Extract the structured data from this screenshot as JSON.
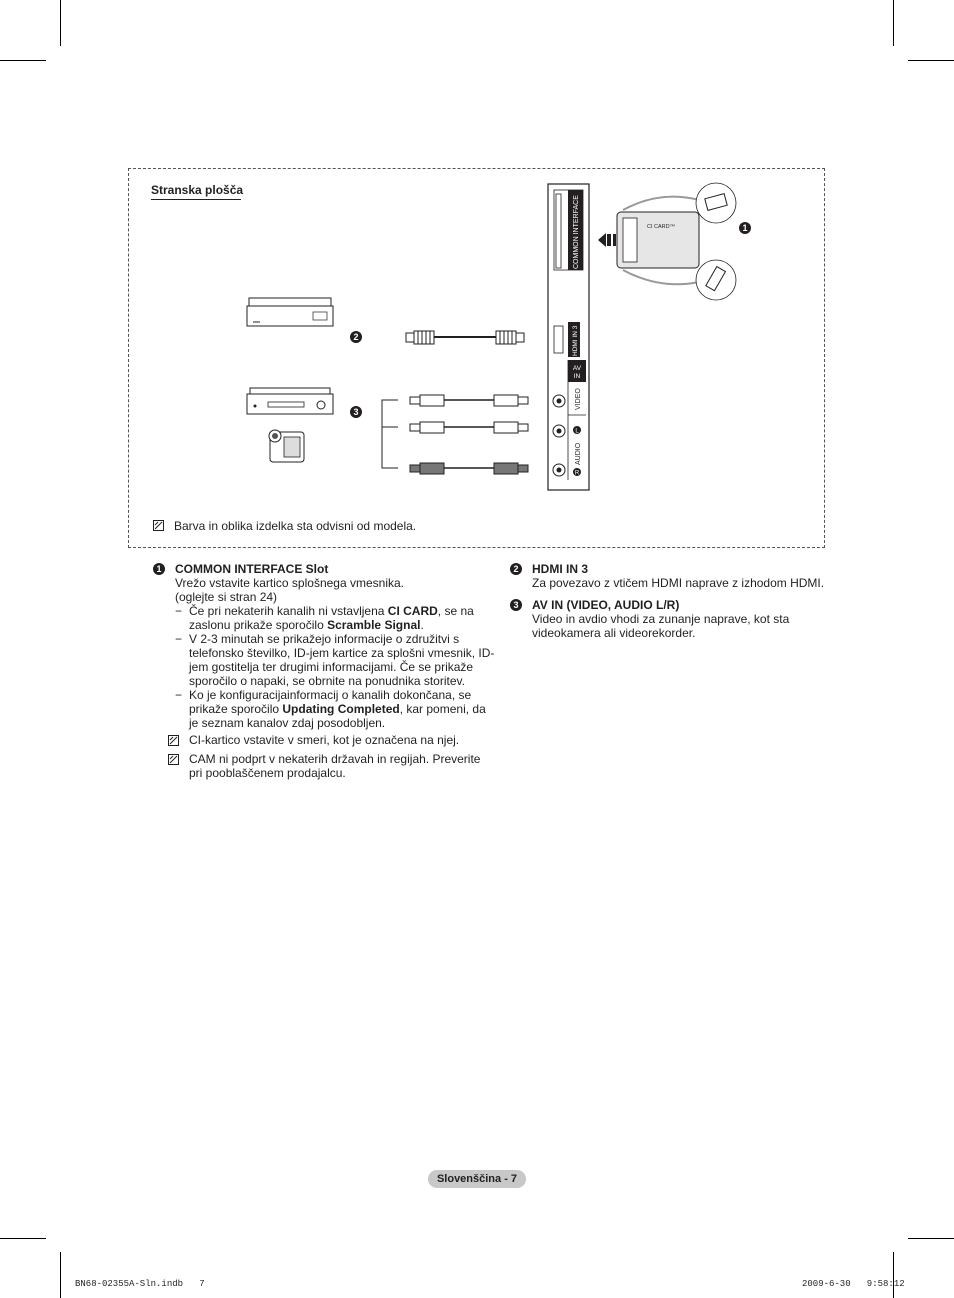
{
  "figure": {
    "title": "Stranska plošča",
    "note": "Barva in oblika izdelka sta odvisni od modela.",
    "callouts": [
      "❶",
      "❷",
      "❸"
    ],
    "panel_labels": {
      "common_interface": "COMMON INTERFACE",
      "hdmi": "HDMI IN 3",
      "av_in_1": "AV",
      "av_in_2": "IN",
      "video": "VIDEO",
      "audio": "AUDIO",
      "audio_r": "R",
      "audio_l": "L",
      "ci_card": "CI CARD™"
    }
  },
  "left_column": {
    "num": "❶",
    "heading": "COMMON INTERFACE Slot",
    "lines": [
      "Vrežo vstavite kartico splošnega vmesnika.",
      "(oglejte si stran 24)"
    ],
    "items": [
      {
        "a": "Če pri nekaterih kanalih ni vstavljena ",
        "b1": "CI CARD",
        "c": ", se na zaslonu prikaže sporočilo ",
        "b2": "Scramble Signal",
        "d": "."
      },
      {
        "a": "V 2-3 minutah se prikažejo informacije o združitvi s telefonsko številko, ID-jem kartice za splošni vmesnik, ID-jem gostitelja ter drugimi informacijami. Če se prikaže sporočilo o napaki, se obrnite na ponudnika storitev.",
        "b1": "",
        "c": "",
        "b2": "",
        "d": ""
      },
      {
        "a": "Ko je konfiguracijainformacij o kanalih dokončana, se prikaže sporočilo ",
        "b1": "Updating Completed",
        "c": ", kar pomeni, da je seznam kanalov zdaj posodobljen.",
        "b2": "",
        "d": ""
      }
    ],
    "notes": [
      "CI-kartico vstavite v smeri, kot je označena na njej.",
      "CAM ni podprt v nekaterih državah in regijah. Preverite pri pooblaščenem prodajalcu."
    ]
  },
  "right_column": {
    "entries": [
      {
        "num": "❷",
        "heading": "HDMI IN 3",
        "text": "Za povezavo z vtičem HDMI naprave z izhodom HDMI."
      },
      {
        "num": "❸",
        "heading": "AV IN (VIDEO, AUDIO L/R)",
        "text": "Video in avdio vhodi za zunanje naprave, kot sta videokamera ali videorekorder."
      }
    ]
  },
  "footer": {
    "page_label": "Slovenščina - 7",
    "file": "BN68-02355A-Sln.indb   7",
    "date": "2009-6-30   9:58:12"
  }
}
